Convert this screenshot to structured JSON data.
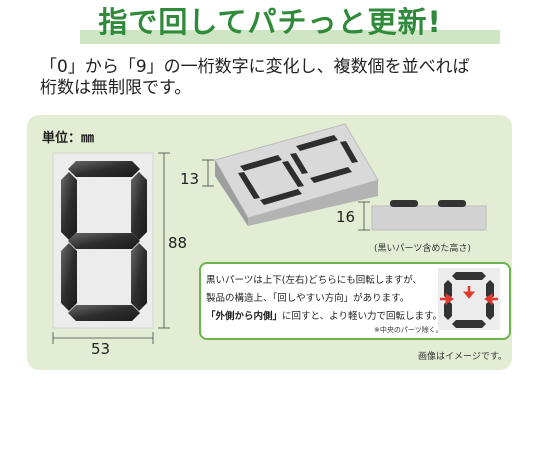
{
  "header": {
    "title": "指で回してパチっと更新!"
  },
  "intro": {
    "line1": "「0」から「9」の一桁数字に変化し、複数個を並べれば",
    "line2": "桁数は無制限です。"
  },
  "figure": {
    "unit_label": "単位：㎜",
    "width_value": "53",
    "height_value": "88",
    "side_height_value": "13",
    "part_height_value": "16",
    "part_caption": "(黒いパーツ含めた高さ)"
  },
  "note": {
    "line1": "黒いパーツは上下(左右)どちらにも回転しますが、",
    "line2": "製品の構造上、「回しやすい方向」があります。",
    "line3_emph": "「外側から内側」",
    "line3_rest": "に回すと、より軽い力で回転します。",
    "footnote": "※中央のパーツ除く。"
  },
  "image_caption": "画像はイメージです。",
  "colors": {
    "title_green": "#2f8a3a",
    "panel_bg": "#e2edd3",
    "note_border": "#6db34f",
    "arrow_red": "#e03a2e",
    "segment_dark": "#3a3a3a"
  }
}
